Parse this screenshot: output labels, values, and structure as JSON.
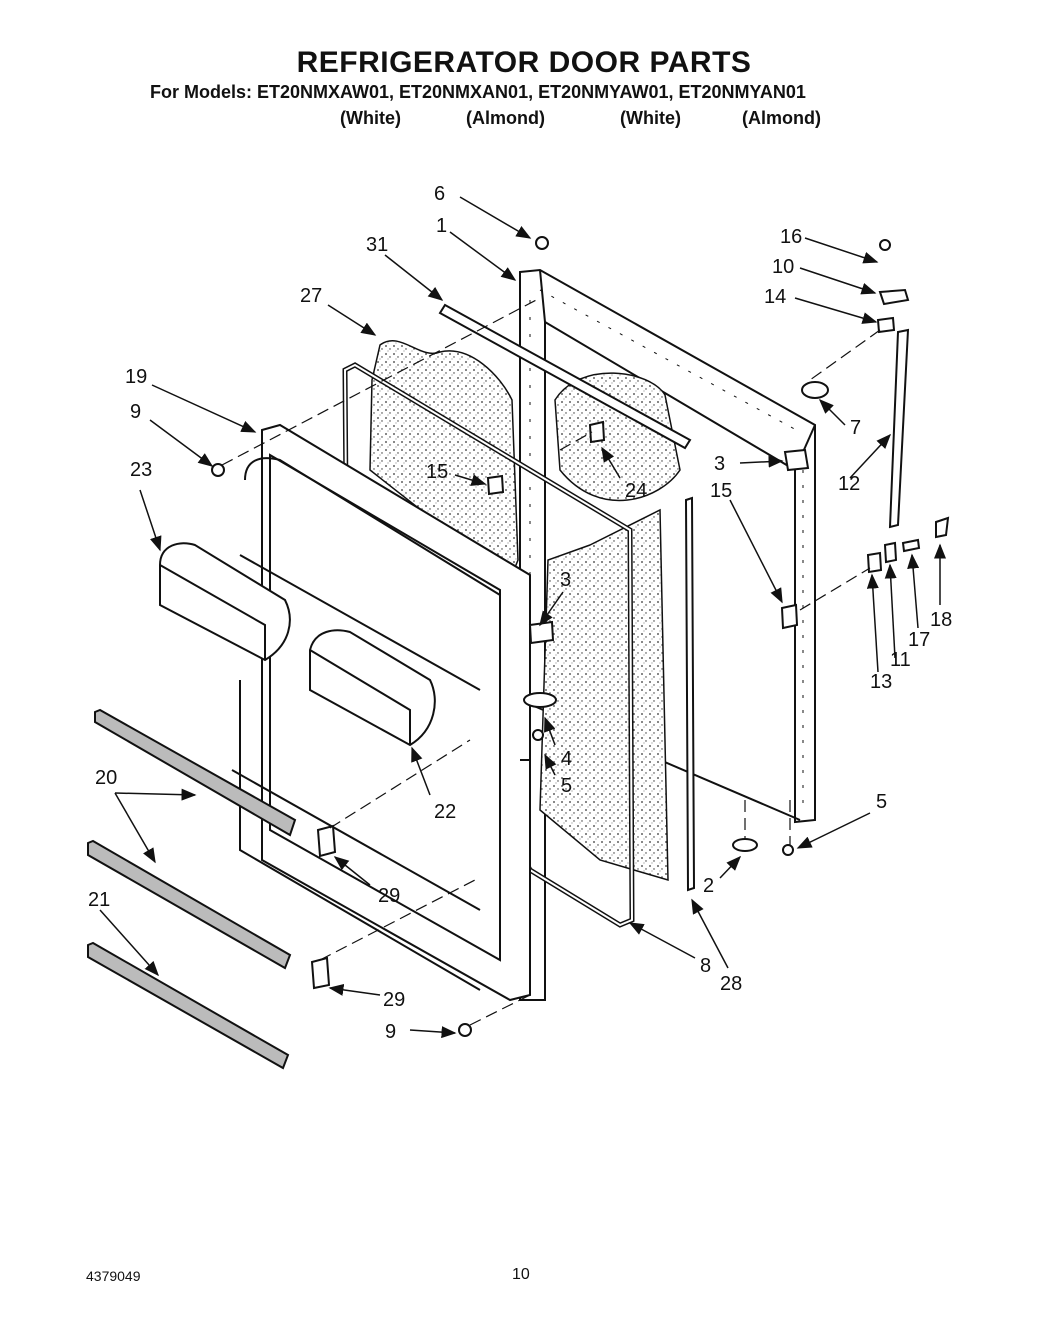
{
  "header": {
    "title": "REFRIGERATOR DOOR PARTS",
    "models_line": "For Models: ET20NMXAW01, ET20NMXAN01, ET20NMYAW01, ET20NMYAN01",
    "finishes": [
      "(White)",
      "(Almond)",
      "(White)",
      "(Almond)"
    ]
  },
  "callouts": [
    {
      "key": "c6",
      "text": "6"
    },
    {
      "key": "c1",
      "text": "1"
    },
    {
      "key": "c31",
      "text": "31"
    },
    {
      "key": "c27",
      "text": "27"
    },
    {
      "key": "c19",
      "text": "19"
    },
    {
      "key": "c9a",
      "text": "9"
    },
    {
      "key": "c23",
      "text": "23"
    },
    {
      "key": "c15a",
      "text": "15"
    },
    {
      "key": "c24",
      "text": "24"
    },
    {
      "key": "c16",
      "text": "16"
    },
    {
      "key": "c10",
      "text": "10"
    },
    {
      "key": "c14",
      "text": "14"
    },
    {
      "key": "c7",
      "text": "7"
    },
    {
      "key": "c3a",
      "text": "3"
    },
    {
      "key": "c12",
      "text": "12"
    },
    {
      "key": "c15b",
      "text": "15"
    },
    {
      "key": "c3b",
      "text": "3"
    },
    {
      "key": "c4",
      "text": "4"
    },
    {
      "key": "c5a",
      "text": "5"
    },
    {
      "key": "c22",
      "text": "22"
    },
    {
      "key": "c20",
      "text": "20"
    },
    {
      "key": "c29a",
      "text": "29"
    },
    {
      "key": "c21",
      "text": "21"
    },
    {
      "key": "c29b",
      "text": "29"
    },
    {
      "key": "c9b",
      "text": "9"
    },
    {
      "key": "c18",
      "text": "18"
    },
    {
      "key": "c17",
      "text": "17"
    },
    {
      "key": "c11",
      "text": "11"
    },
    {
      "key": "c13",
      "text": "13"
    },
    {
      "key": "c5b",
      "text": "5"
    },
    {
      "key": "c2",
      "text": "2"
    },
    {
      "key": "c8",
      "text": "8"
    },
    {
      "key": "c28",
      "text": "28"
    }
  ],
  "footer": {
    "doc_number": "4379049",
    "page_number": "10"
  }
}
